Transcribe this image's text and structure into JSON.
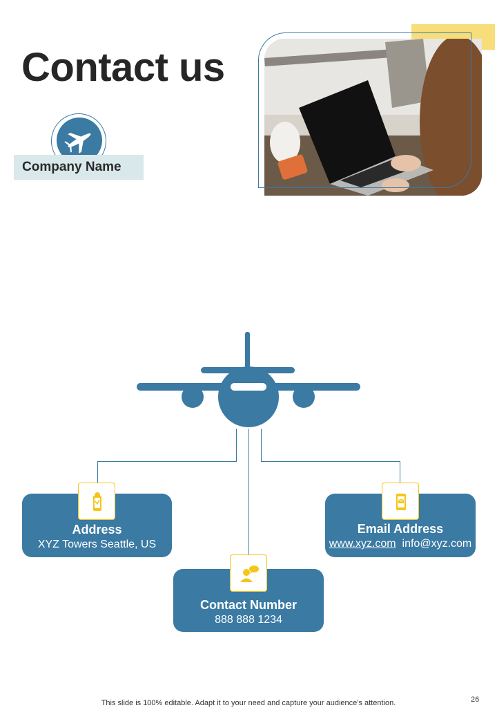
{
  "title": "Contact us",
  "company_name": "Company Name",
  "cards": {
    "address": {
      "label": "Address",
      "value": "XYZ Towers Seattle, US",
      "icon": "map-phone-icon"
    },
    "email": {
      "label": "Email Address",
      "website": "www.xyz.com",
      "email": "info@xyz.com",
      "icon": "mobile-mail-icon"
    },
    "contact": {
      "label": "Contact Number",
      "value": "888 888 1234",
      "icon": "person-chat-icon"
    }
  },
  "footer": "This slide is 100% editable. Adapt it to your need and capture your audience’s attention.",
  "page_number": "26",
  "colors": {
    "primary": "#3a7aa3",
    "accent": "#f5c518",
    "label_bg": "#d9e8ea",
    "yellow_bar": "#f7de7a"
  }
}
